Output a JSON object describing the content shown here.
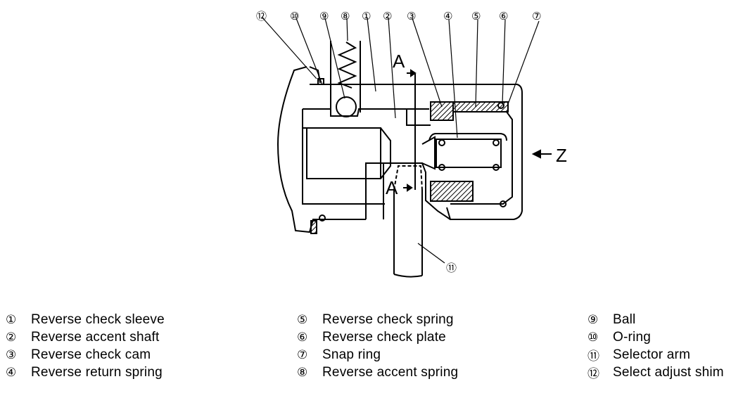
{
  "callouts": [
    "⑫",
    "⑩",
    "⑨",
    "⑧",
    "①",
    "②",
    "③",
    "④",
    "⑤",
    "⑥",
    "⑦",
    "⑪"
  ],
  "section_labels": {
    "a_top": "A",
    "a_bottom": "A",
    "view": "Z"
  },
  "legend": {
    "column1": [
      {
        "num": "①",
        "text": "Reverse check sleeve"
      },
      {
        "num": "②",
        "text": "Reverse accent shaft"
      },
      {
        "num": "③",
        "text": "Reverse check cam"
      },
      {
        "num": "④",
        "text": "Reverse return spring"
      }
    ],
    "column2": [
      {
        "num": "⑤",
        "text": "Reverse check spring"
      },
      {
        "num": "⑥",
        "text": "Reverse check plate"
      },
      {
        "num": "⑦",
        "text": "Snap ring"
      },
      {
        "num": "⑧",
        "text": "Reverse accent spring"
      }
    ],
    "column3": [
      {
        "num": "⑨",
        "text": "Ball"
      },
      {
        "num": "⑩",
        "text": "O-ring"
      },
      {
        "num": "⑪",
        "text": "Selector arm"
      },
      {
        "num": "⑫",
        "text": "Select adjust shim"
      }
    ]
  }
}
